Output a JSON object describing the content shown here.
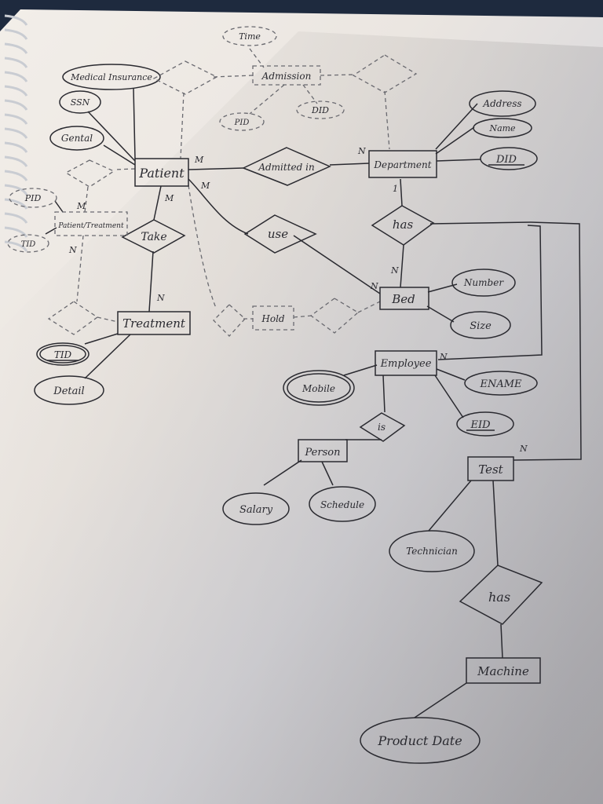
{
  "colors": {
    "paper": "#eeeae6",
    "paper_shadow": "#b3b1b6",
    "ink": "#2a2a30",
    "ink_dashed": "#6a6a70",
    "binder_ring": "#c9ccd2",
    "desk": "#1e2a3e"
  },
  "entities": {
    "patient": "Patient",
    "department": "Department",
    "bed": "Bed",
    "treatment": "Treatment",
    "employee": "Employee",
    "person": "Person",
    "test": "Test",
    "machine": "Machine"
  },
  "weak_entities": {
    "admission": "Admission",
    "patient_treatment": "Patient/Treatment",
    "hold": "Hold"
  },
  "relationships": {
    "admitted_in": "Admitted in",
    "take": "Take",
    "use": "use",
    "has_dept_bed": "has",
    "is": "is",
    "has_test_machine": "has"
  },
  "attributes": {
    "time": "Time",
    "medical_insurance": "Medical Insurance",
    "ssn": "SSN",
    "gental": "Gental",
    "pid_admission": "PID",
    "did_admission": "DID",
    "address": "Address",
    "name": "Name",
    "did": "DID",
    "pid_pt": "PID",
    "tid_pt": "TID",
    "number": "Number",
    "size": "Size",
    "tid": "TID",
    "detail": "Detail",
    "mobile": "Mobile",
    "ename": "ENAME",
    "eid": "EID",
    "salary": "Salary",
    "schedule": "Schedule",
    "technician": "Technician",
    "product_date": "Product Date"
  },
  "cardinalities": {
    "patient_admitted": "M",
    "dept_admitted": "N",
    "patient_use": "M",
    "patient_take": "M",
    "pt_patient": "M",
    "pt_treatment": "N",
    "dept_has": "1",
    "bed_has": "N",
    "bed_use": "N",
    "treatment_take": "N",
    "employee": "N",
    "test": "N"
  }
}
